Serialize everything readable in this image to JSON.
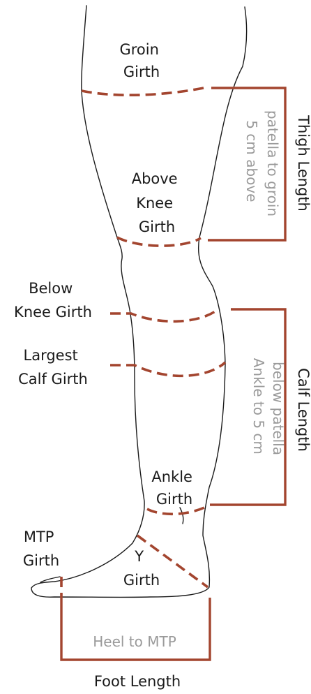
{
  "measurements": {
    "groin_girth": [
      "Groin",
      "Girth"
    ],
    "above_knee_girth": [
      "Above",
      "Knee",
      "Girth"
    ],
    "below_knee_girth": [
      "Below",
      "Knee Girth"
    ],
    "largest_calf_girth": [
      "Largest",
      "Calf Girth"
    ],
    "ankle_girth": [
      "Ankle",
      "Girth"
    ],
    "mtp_girth": [
      "MTP",
      "Girth"
    ],
    "y_girth": [
      "Y",
      "Girth"
    ]
  },
  "lengths": {
    "thigh": {
      "title": "Thigh Length",
      "note": [
        "5 cm above",
        "patella to groin"
      ]
    },
    "calf": {
      "title": "Calf Length",
      "note": [
        "Ankle to 5 cm",
        "below patella"
      ]
    },
    "foot": {
      "title": "Foot Length",
      "note": [
        "Heel to MTP"
      ]
    }
  },
  "colors": {
    "measure_line": "#a3452f",
    "outline": "#1a1a1a",
    "note_text": "#9a9a9a"
  }
}
